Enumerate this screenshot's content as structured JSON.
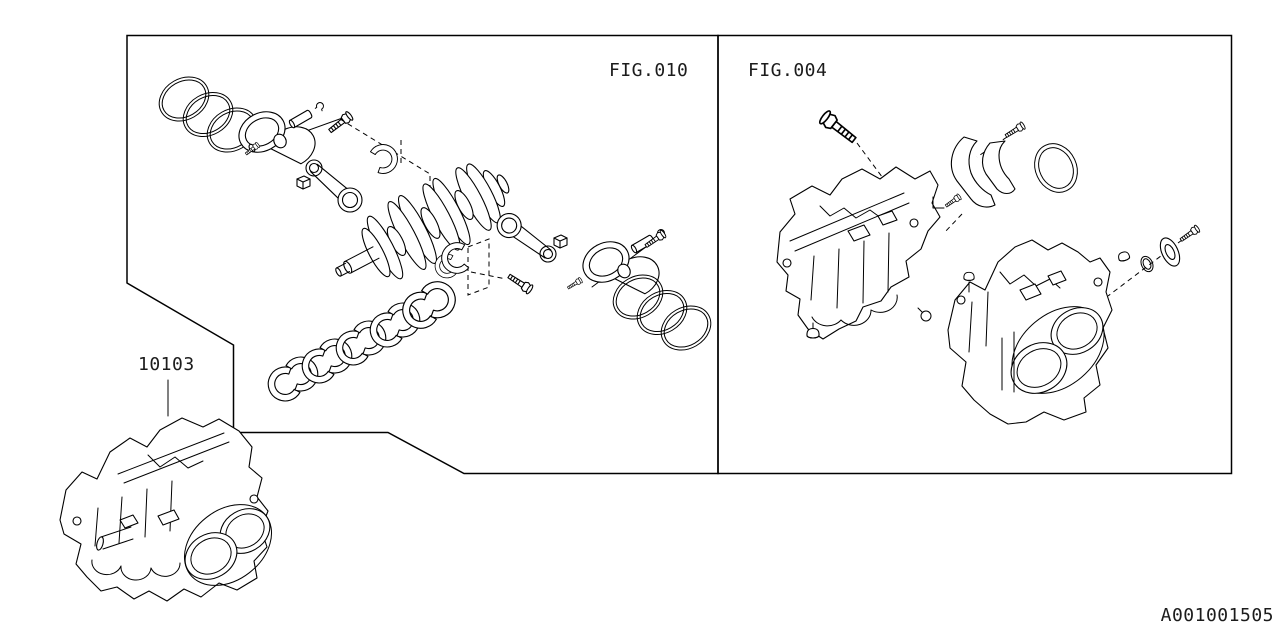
{
  "document": {
    "code": "A001001505"
  },
  "figures": {
    "fig010": {
      "label": "FIG.010"
    },
    "fig004": {
      "label": "FIG.004"
    }
  },
  "callout": {
    "part_number": "10103"
  },
  "colors": {
    "line": "#000000",
    "background": "#ffffff",
    "text": "#1c1c1c"
  }
}
